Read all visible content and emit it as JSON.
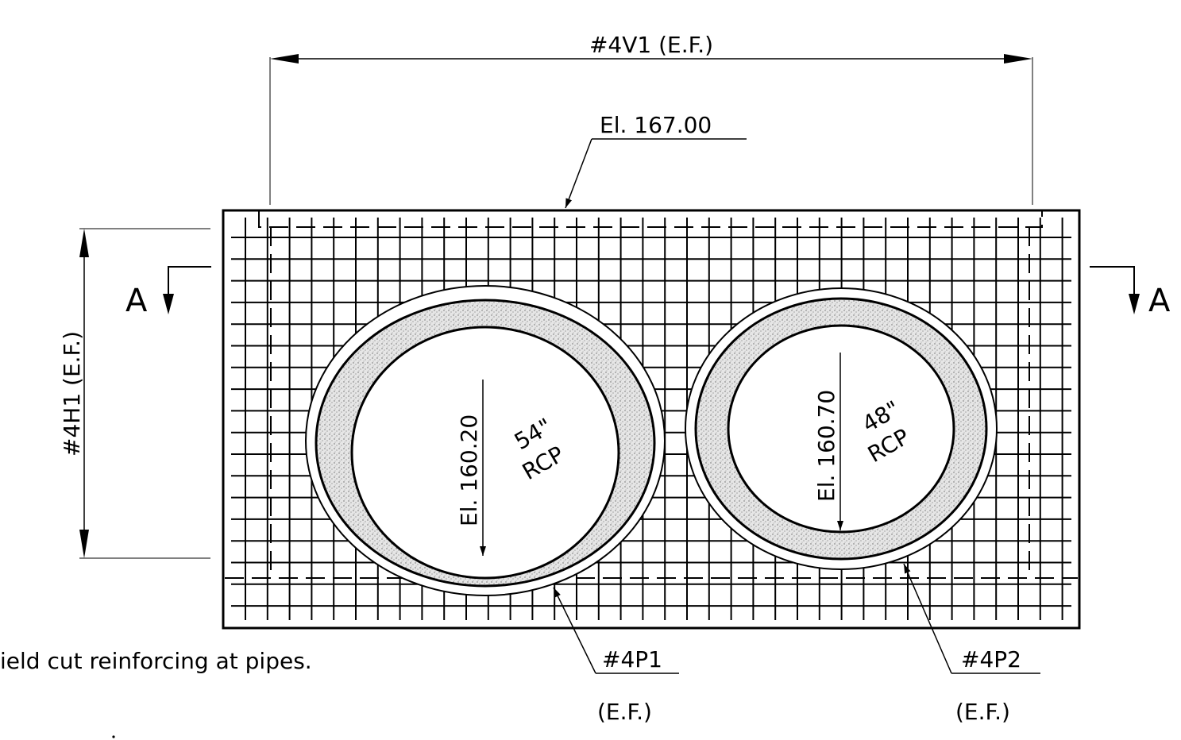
{
  "dims": {
    "horizontal": "#4V1 (E.F.)",
    "vertical": "#4H1 (E.F.)"
  },
  "top_elevation": "El. 167.00",
  "section_marks": {
    "left": "A",
    "right": "A"
  },
  "pipes": [
    {
      "size": "54\"",
      "material": "RCP",
      "invert": "El. 160.20",
      "bar": "#4P1",
      "bar_note": "(E.F.)"
    },
    {
      "size": "48\"",
      "material": "RCP",
      "invert": "El. 160.70",
      "bar": "#4P2",
      "bar_note": "(E.F.)"
    }
  ],
  "note": "ield cut reinforcing at pipes.",
  "colors": {
    "line": "#000000",
    "concrete_fill": "#d9d9d9",
    "background": "#ffffff"
  }
}
